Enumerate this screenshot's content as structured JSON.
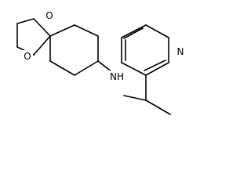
{
  "molecule": {
    "atoms": {
      "pyridine_n": "N",
      "ether_o_upper": "O",
      "ether_o_lower": "O",
      "amine_nh": "NH"
    }
  },
  "colors": {
    "bond": "#000000",
    "label": "#000000",
    "background": "#ffffff"
  }
}
